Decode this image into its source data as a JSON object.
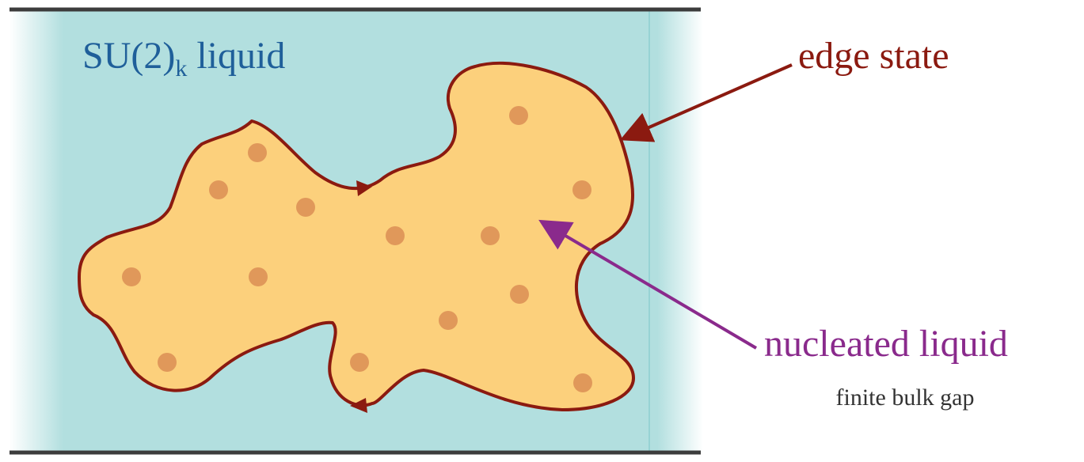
{
  "liquid_label": {
    "main": "SU(2)",
    "subscript": "k",
    "rest": " liquid",
    "color": "#1f5f9a"
  },
  "edge_label": {
    "text": "edge state",
    "color": "#8b1a10"
  },
  "nucleated_label": {
    "text": "nucleated liquid",
    "color": "#8a2a8c"
  },
  "gap_label": {
    "text": "finite bulk gap",
    "color": "#333333"
  },
  "colors": {
    "bulk": "#b2dfdf",
    "bulk_edge_fade": "#ffffff",
    "blob_fill": "#fcd07c",
    "blob_outline": "#8b1a10",
    "dots": "#e0985a",
    "plates": "#3c3c3c",
    "thin_line": "#8ecfd0"
  }
}
